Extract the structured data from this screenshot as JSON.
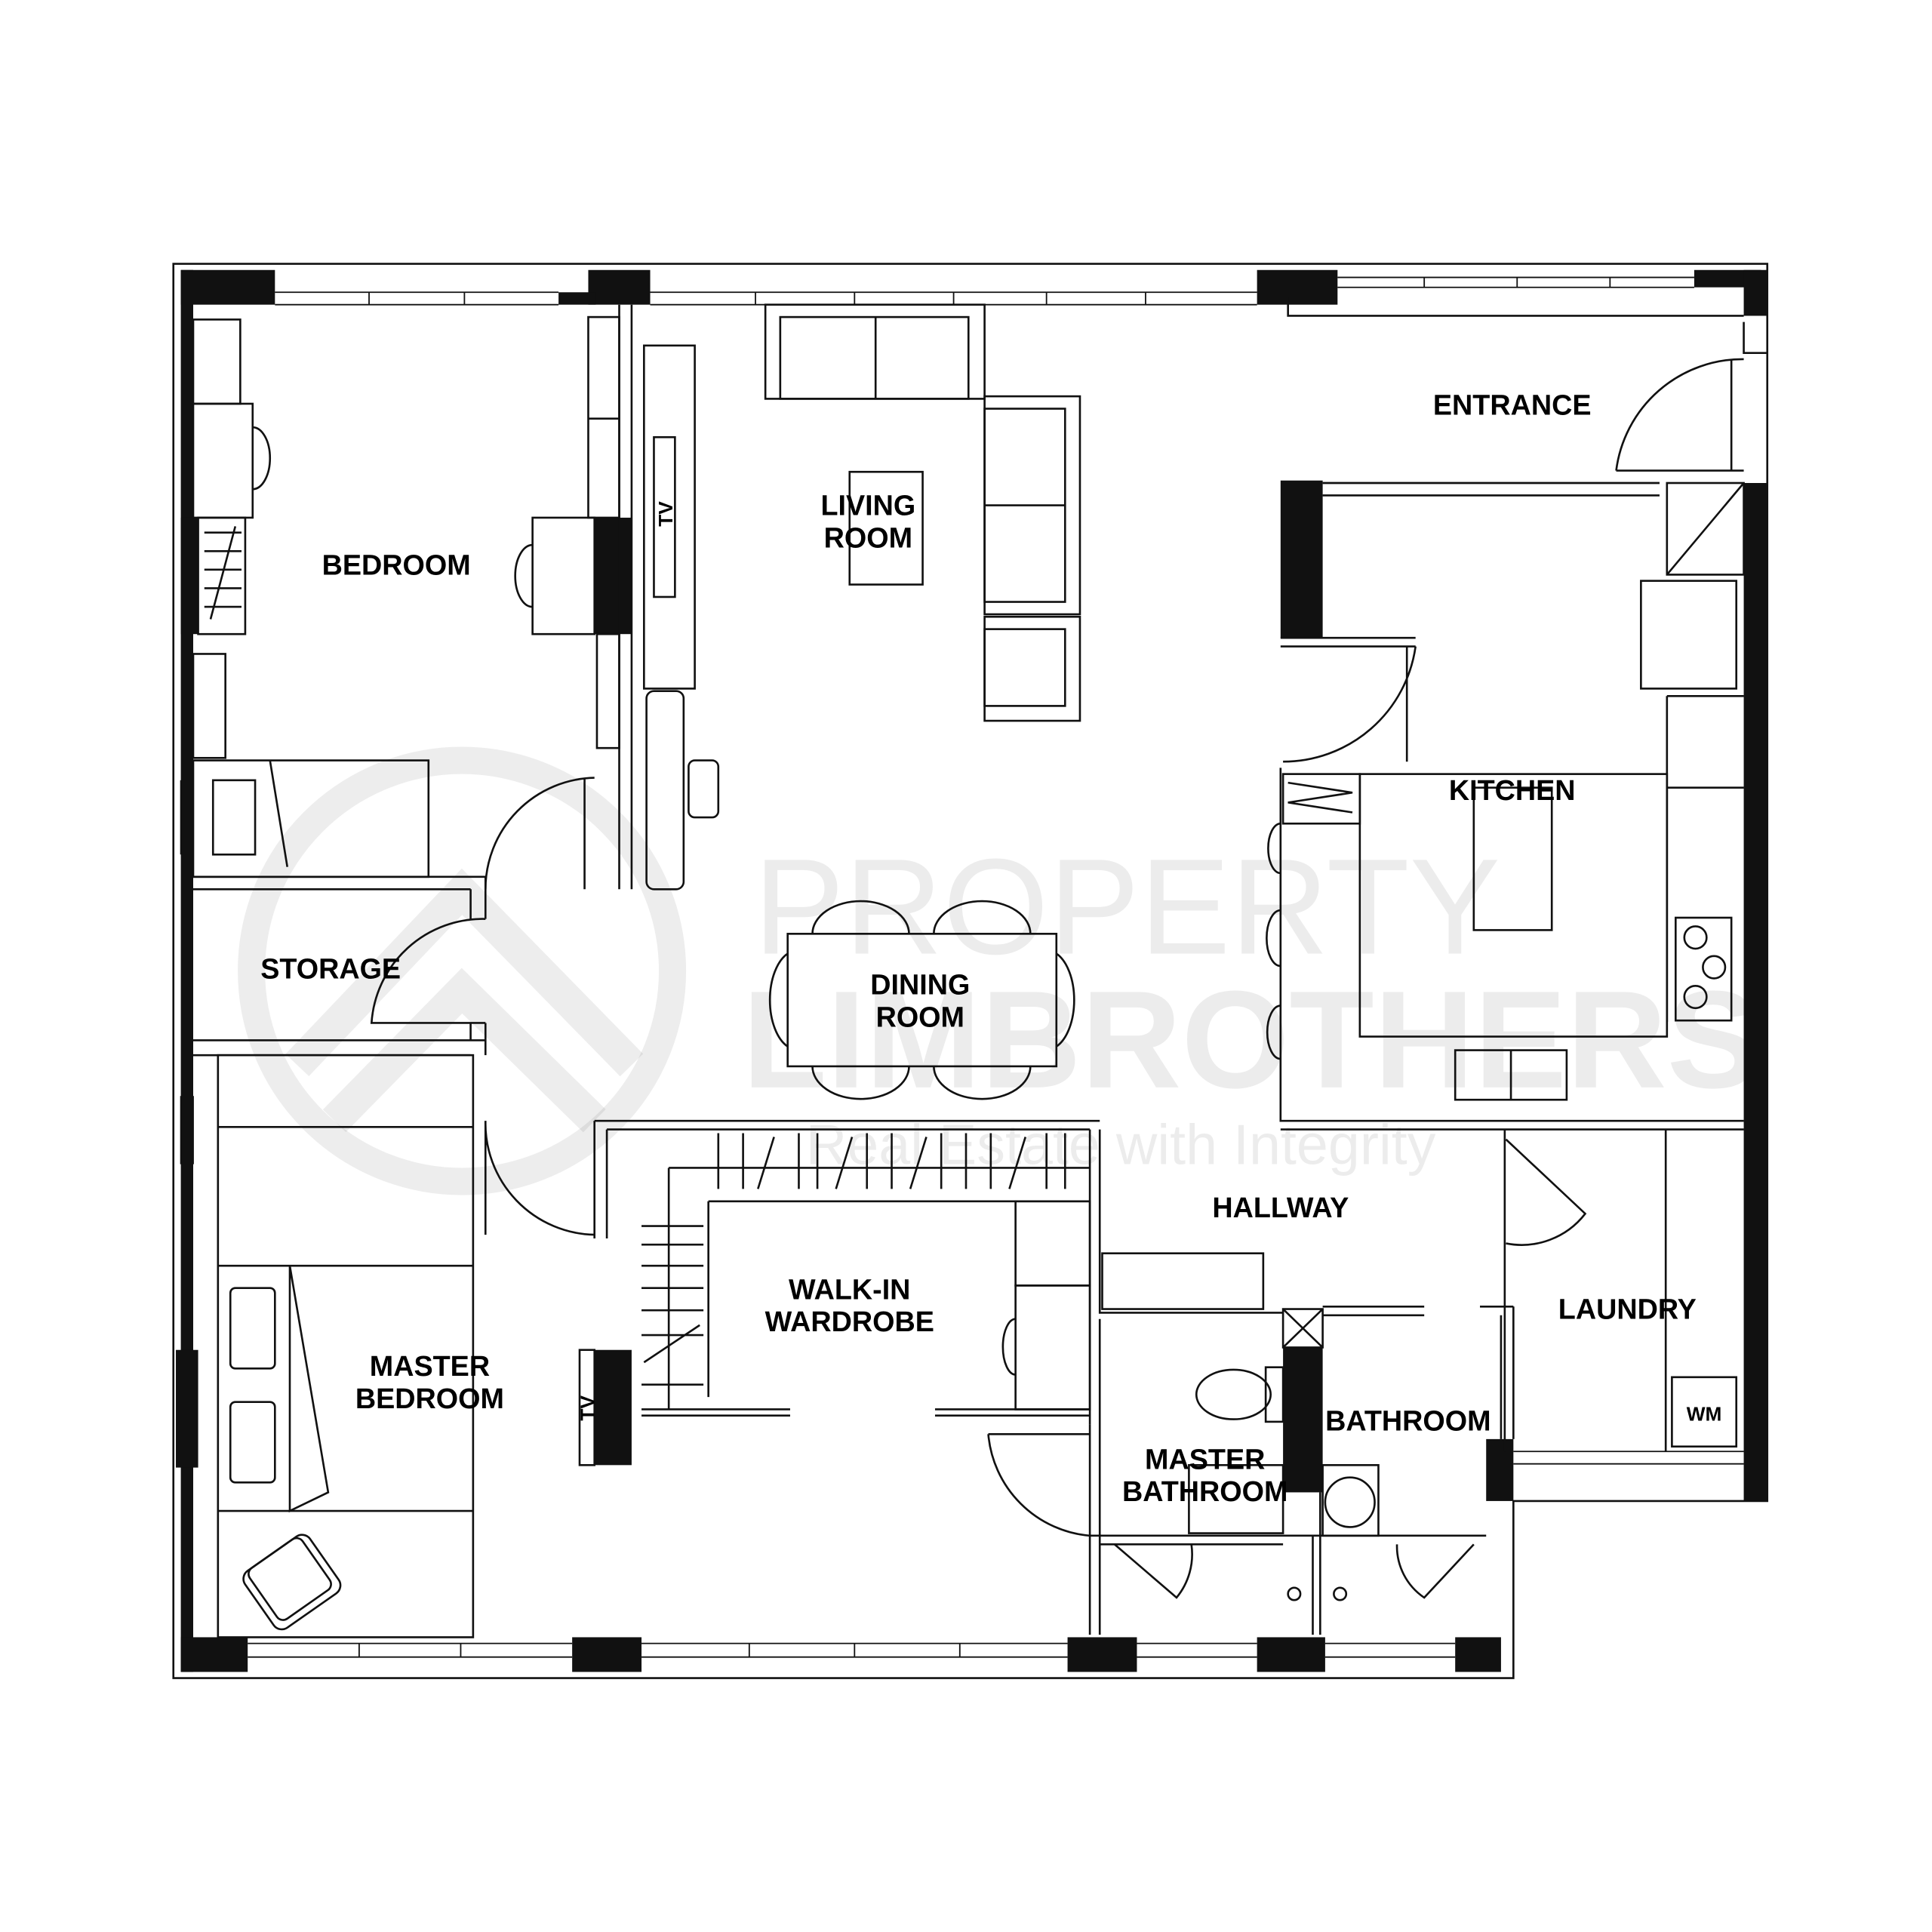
{
  "plan": {
    "rooms": {
      "bedroom": "BEDROOM",
      "living_room_1": "LIVING",
      "living_room_2": "ROOM",
      "entrance": "ENTRANCE",
      "kitchen": "KITCHEN",
      "storage": "STORAGE",
      "dining_room_1": "DINING",
      "dining_room_2": "ROOM",
      "hallway": "HALLWAY",
      "walkin_1": "WALK-IN",
      "walkin_2": "WARDROBE",
      "laundry": "LAUNDRY",
      "master_bedroom_1": "MASTER",
      "master_bedroom_2": "BEDROOM",
      "bathroom": "BATHROOM",
      "master_bathroom_1": "MASTER",
      "master_bathroom_2": "BATHROOM"
    },
    "fixtures": {
      "tv_living": "TV",
      "tv_master": "TV",
      "washing_machine": "WM"
    }
  },
  "watermark": {
    "line1": "PROPERTY",
    "line2": "LIMBROTHERS",
    "tagline": "Real Estate with Integrity"
  },
  "colors": {
    "wall": "#111111",
    "background": "#ffffff",
    "watermark": "#ededed"
  }
}
